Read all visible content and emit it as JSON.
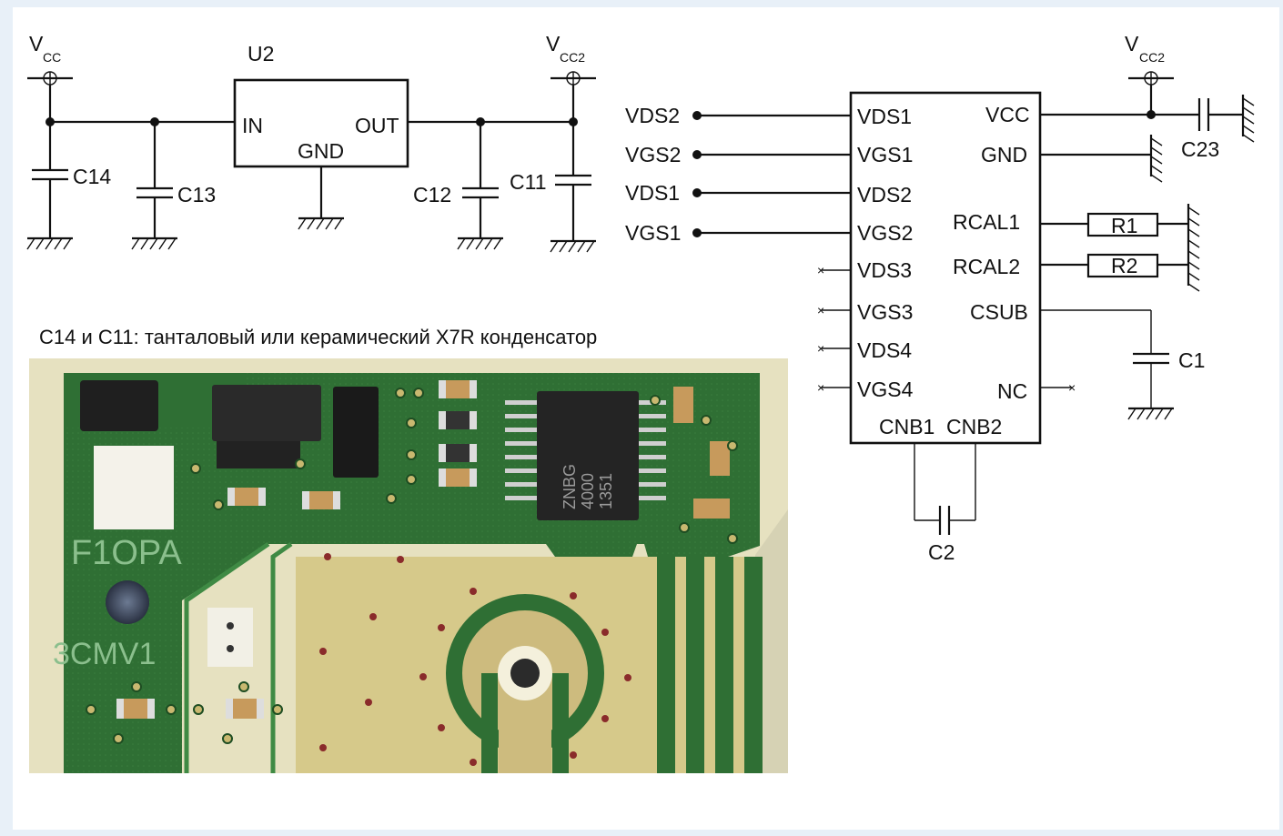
{
  "left_schematic": {
    "vcc_in": {
      "main": "V",
      "sub": "CC"
    },
    "vcc2_a": {
      "main": "V",
      "sub": "CC2"
    },
    "regulator": {
      "ref": "U2",
      "pin_in": "IN",
      "pin_out": "OUT",
      "pin_gnd": "GND"
    },
    "capacitors": [
      "C14",
      "C13",
      "C12",
      "C11"
    ]
  },
  "right_schematic": {
    "vcc2_b": {
      "main": "V",
      "sub": "CC2"
    },
    "inputs": [
      "VDS2",
      "VGS2",
      "VDS1",
      "VGS1"
    ],
    "ic_left_pins": [
      "VDS1",
      "VGS1",
      "VDS2",
      "VGS2",
      "VDS3",
      "VGS3",
      "VDS4",
      "VGS4"
    ],
    "ic_right_pins": [
      "VCC",
      "GND",
      "RCAL1",
      "RCAL2",
      "CSUB",
      "NC"
    ],
    "ic_bottom_pins": [
      "CNB1",
      "CNB2"
    ],
    "resistors": [
      "R1",
      "R2"
    ],
    "capacitors": {
      "decoupling": "C23",
      "csub": "C1",
      "cnb": "C2"
    }
  },
  "caption": "С14 и С11: танталовый или керамический X7R конденсатор",
  "photo": {
    "silk_text": [
      "F1OPA",
      "3CMV1"
    ],
    "chip_marking": [
      "ZNBG",
      "4000",
      "1351"
    ]
  },
  "colors": {
    "pcb_green": "#2f6f34",
    "copper": "#cdbb7e",
    "frame": "#e8f0f8"
  }
}
